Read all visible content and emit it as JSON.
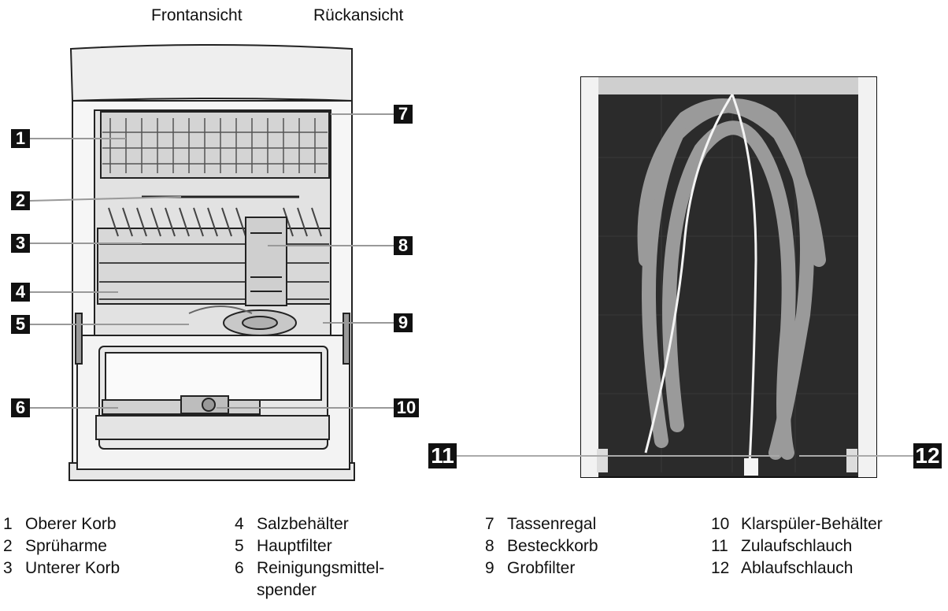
{
  "titles": {
    "front": "Frontansicht",
    "back": "Rückansicht"
  },
  "markers": [
    "1",
    "2",
    "3",
    "4",
    "5",
    "6",
    "7",
    "8",
    "9",
    "10",
    "11",
    "12"
  ],
  "legend": {
    "col1": [
      {
        "num": "1",
        "label": "Oberer Korb"
      },
      {
        "num": "2",
        "label": "Sprüharme"
      },
      {
        "num": "3",
        "label": "Unterer Korb"
      }
    ],
    "col2": [
      {
        "num": "4",
        "label": "Salzbehälter"
      },
      {
        "num": "5",
        "label": "Hauptfilter"
      },
      {
        "num": "6",
        "label": "Reinigungsmittel-\nspender"
      }
    ],
    "col3": [
      {
        "num": "7",
        "label": "Tassenregal"
      },
      {
        "num": "8",
        "label": "Besteckkorb"
      },
      {
        "num": "9",
        "label": "Grobfilter"
      }
    ],
    "col4": [
      {
        "num": "10",
        "label": "Klarspüler-Behälter"
      },
      {
        "num": "11",
        "label": "Zulaufschlauch"
      },
      {
        "num": "12",
        "label": "Ablaufschlauch"
      }
    ]
  }
}
